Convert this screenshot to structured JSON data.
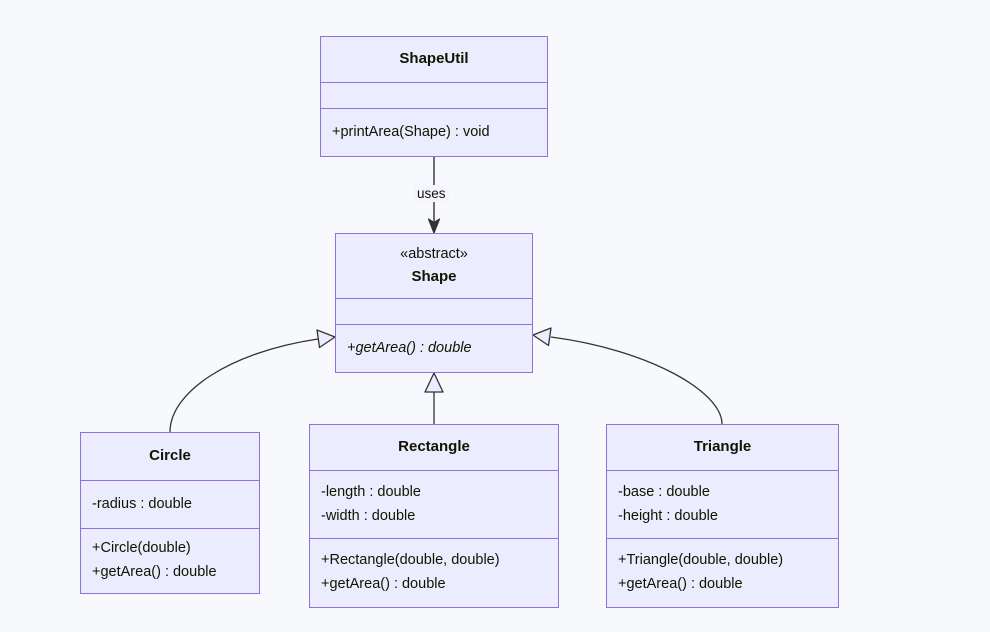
{
  "diagram": {
    "type": "uml-class-diagram",
    "background_color": "#f8f9fc",
    "class_fill_color": "#ececff",
    "class_border_color": "#9370db",
    "edge_color": "#333333",
    "classes": [
      {
        "id": "shapeutil",
        "name": "ShapeUtil",
        "stereotype": "",
        "attributes": [],
        "methods": [
          "+printArea(Shape) : void"
        ]
      },
      {
        "id": "shape",
        "name": "Shape",
        "stereotype": "«abstract»",
        "attributes": [],
        "methods": [
          "+getArea() : double"
        ]
      },
      {
        "id": "circle",
        "name": "Circle",
        "stereotype": "",
        "attributes": [
          "-radius : double"
        ],
        "methods": [
          "+Circle(double)",
          "+getArea() : double"
        ]
      },
      {
        "id": "rectangle",
        "name": "Rectangle",
        "stereotype": "",
        "attributes": [
          "-length : double",
          "-width : double"
        ],
        "methods": [
          "+Rectangle(double, double)",
          "+getArea() : double"
        ]
      },
      {
        "id": "triangle",
        "name": "Triangle",
        "stereotype": "",
        "attributes": [
          "-base : double",
          "-height : double"
        ],
        "methods": [
          "+Triangle(double, double)",
          "+getArea() : double"
        ]
      }
    ],
    "relationships": [
      {
        "from": "shapeutil",
        "to": "shape",
        "kind": "dependency",
        "label": "uses"
      },
      {
        "from": "circle",
        "to": "shape",
        "kind": "inheritance",
        "label": ""
      },
      {
        "from": "rectangle",
        "to": "shape",
        "kind": "inheritance",
        "label": ""
      },
      {
        "from": "triangle",
        "to": "shape",
        "kind": "inheritance",
        "label": ""
      }
    ]
  }
}
